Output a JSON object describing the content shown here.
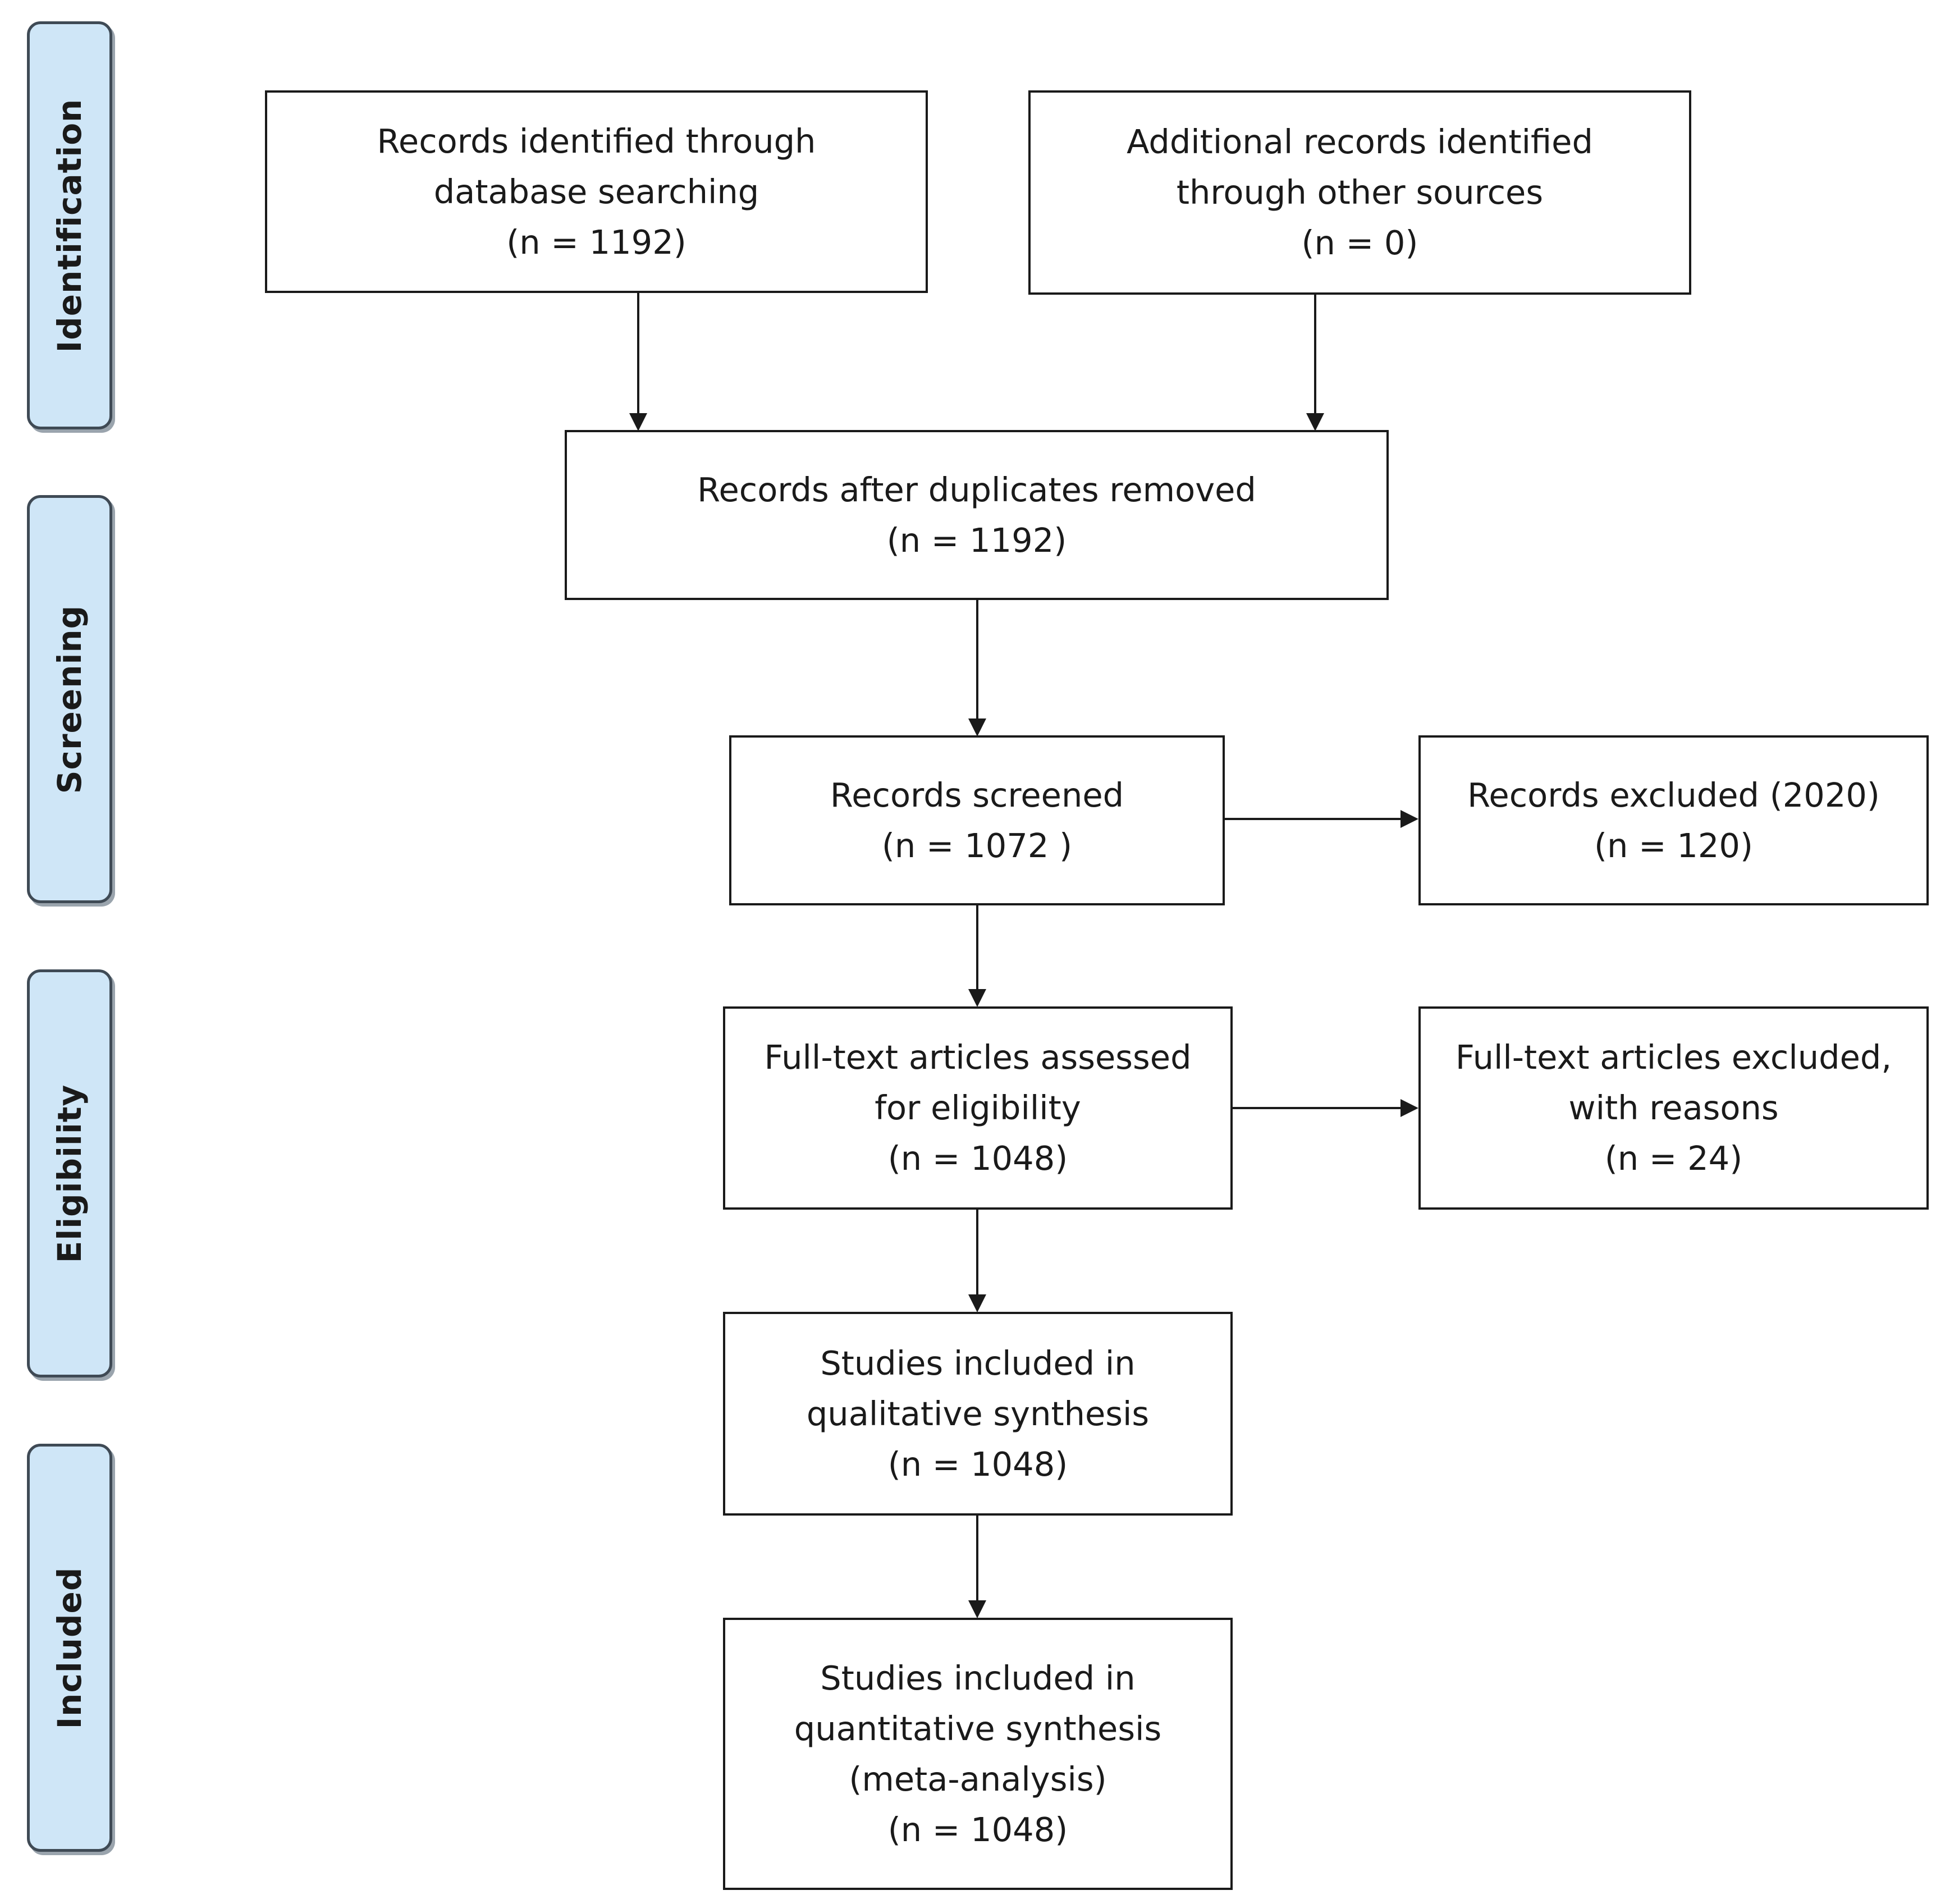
{
  "stages": {
    "identification": "Identification",
    "screening": "Screening",
    "eligibility": "Eligibility",
    "included": "Included"
  },
  "boxes": {
    "database_records": {
      "lines": [
        "Records identified through",
        "database searching",
        "(n = 1192)"
      ]
    },
    "other_records": {
      "lines": [
        "Additional records identified",
        "through other sources",
        "(n = 0)"
      ]
    },
    "duplicates_removed": {
      "lines": [
        "Records after duplicates removed",
        "(n = 1192)"
      ]
    },
    "records_screened": {
      "lines": [
        "Records screened",
        "(n =  1072 )"
      ]
    },
    "records_excluded": {
      "lines": [
        "Records excluded (2020)",
        "(n = 120)"
      ]
    },
    "fulltext_assessed": {
      "lines": [
        "Full-text articles assessed",
        "for eligibility",
        "(n =  1048)"
      ]
    },
    "fulltext_excluded": {
      "lines": [
        "Full-text articles excluded,",
        "with reasons",
        "(n =  24)"
      ]
    },
    "qualitative": {
      "lines": [
        "Studies included in",
        "qualitative synthesis",
        "(n = 1048)"
      ]
    },
    "quantitative": {
      "lines": [
        "Studies included in",
        "quantitative synthesis",
        "(meta-analysis)",
        "(n =  1048)"
      ]
    }
  },
  "colors": {
    "stage_fill": "#cfe6f7",
    "stage_border": "#3f4a55",
    "box_border": "#1a1a1a",
    "arrow": "#1a1a1a"
  }
}
